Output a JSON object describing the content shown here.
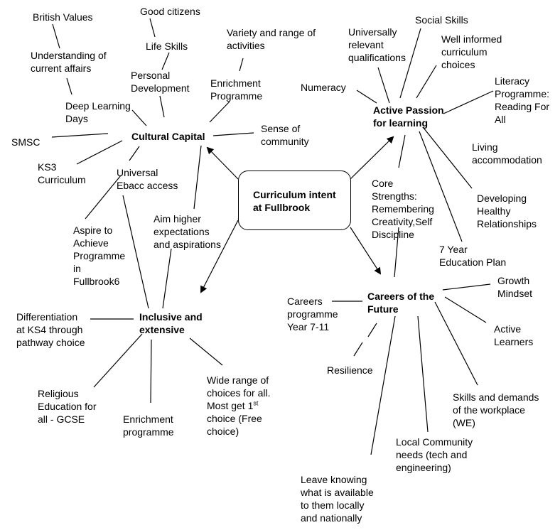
{
  "center": {
    "line1": "Curriculum intent",
    "line2": "at Fullbrook"
  },
  "hubs": {
    "cultural_capital": "Cultural Capital",
    "active_passion": "Active Passion\nfor learning",
    "inclusive": "Inclusive and\nextensive",
    "careers": "Careers of the\nFuture"
  },
  "cultural_capital": {
    "british_values": "British Values",
    "good_citizens": "Good citizens",
    "life_skills": "Life Skills",
    "current_affairs": "Understanding of\ncurrent affairs",
    "personal_development": "Personal\nDevelopment",
    "variety_activities": "Variety and range of\nactivities",
    "enrichment_programme": "Enrichment\nProgramme",
    "deep_learning_days": "Deep Learning\nDays",
    "smsc": "SMSC",
    "sense_of_community": "Sense of\ncommunity",
    "ks3_curriculum": "KS3\nCurriculum",
    "universal_ebacc": "Universal\nEbacc access",
    "aim_higher": "Aim higher\nexpectations\nand aspirations"
  },
  "active_passion": {
    "universally_relevant": "Universally\nrelevant\nqualifications",
    "social_skills": "Social Skills",
    "well_informed": "Well informed\ncurriculum\nchoices",
    "numeracy": "Numeracy",
    "literacy": "Literacy\nProgramme:\nReading For\nAll",
    "living_accommodation": "Living\naccommodation",
    "core_strengths": "Core\nStrengths:\nRemembering\nCreativity,Self\nDiscipline",
    "developing_relationships": "Developing\nHealthy\nRelationships",
    "seven_year_plan": "7 Year\nEducation Plan"
  },
  "inclusive": {
    "aspire_to_achieve": "Aspire to\nAchieve\nProgramme\nin\nFullbrook6",
    "differentiation": "Differentiation\nat KS4 through\npathway choice",
    "religious_education": "Religious\nEducation for\nall - GCSE",
    "enrichment_programme": "Enrichment\nprogramme",
    "wide_range_1": "Wide range of\nchoices for all.\nMost get 1",
    "wide_range_sup": "st",
    "wide_range_2": "\nchoice (Free\nchoice)"
  },
  "careers": {
    "careers_programme": "Careers\nprogramme\nYear 7-11",
    "growth_mindset": "Growth\nMindset",
    "active_learners": "Active\nLearners",
    "resilience": "Resilience",
    "skills_workplace": "Skills and demands\nof the workplace\n(WE)",
    "local_community": "Local Community\nneeds (tech and\nengineering)",
    "leave_knowing": "Leave knowing\nwhat is available\nto them locally\nand nationally"
  }
}
